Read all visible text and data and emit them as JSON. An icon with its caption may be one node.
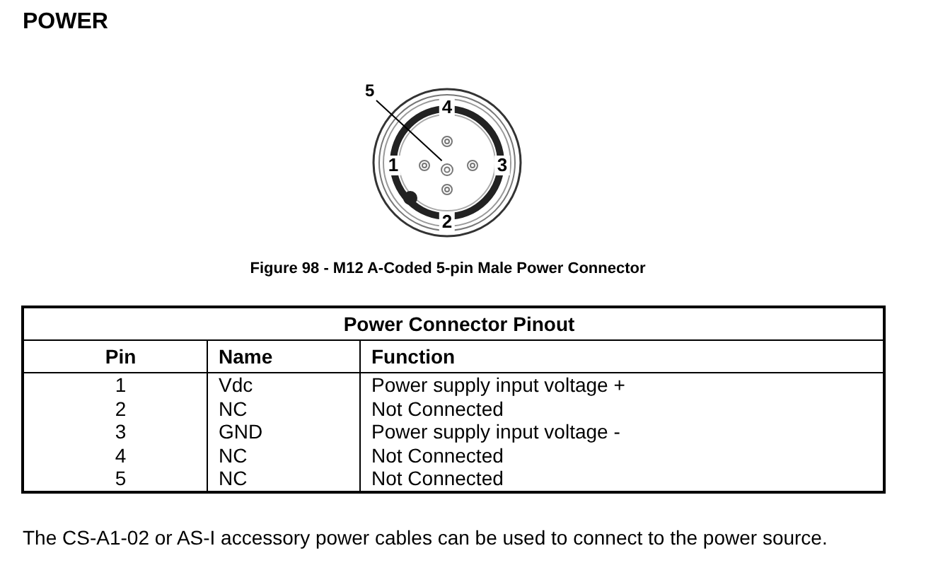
{
  "diagram": {
    "title": "POWER",
    "caption": "Figure 98 - M12 A-Coded 5-pin Male Power Connector",
    "nodes": [
      {
        "text": [
          "5"
        ]
      },
      {
        "text": [],
        "shape": "circle"
      }
    ],
    "edges": [
      {
        "from": 0,
        "to": 1,
        "arrow": "none"
      }
    ],
    "labels": [
      "4",
      "1",
      "3",
      "2",
      "Power Connector Pinout",
      "Pin",
      "Name",
      "Function",
      "1",
      "Vdc",
      "Power supply input voltage +",
      "2",
      "NC",
      "Not Connected",
      "3",
      "GND",
      "Power supply input voltage -",
      "4",
      "NC",
      "Not Connected",
      "5",
      "NC",
      "Not Connected",
      "The CS-A1-02 or AS-I accessory power cables can be used to connect to the power source."
    ]
  }
}
